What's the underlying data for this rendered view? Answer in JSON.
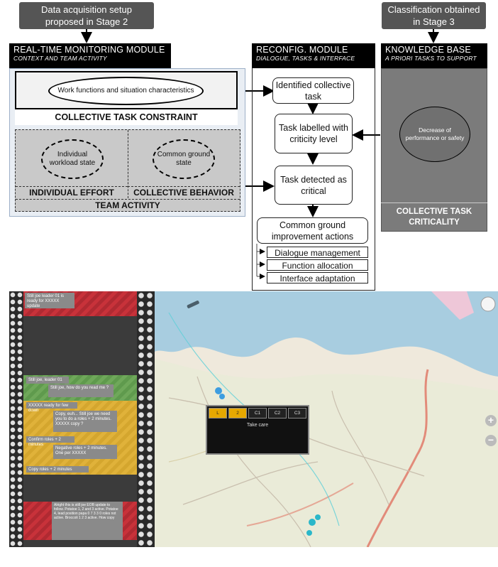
{
  "diagram": {
    "top_labels": {
      "stage2": "Data acquisition setup proposed in Stage 2",
      "stage3": "Classification obtained in Stage 3"
    },
    "monitoring_module": {
      "title": "REAL-TIME MONITORING MODULE",
      "subtitle": "CONTEXT AND TEAM ACTIVITY",
      "work_functions": "Work functions and situation characteristics",
      "collective_task_constraint": "COLLECTIVE TASK CONSTRAINT",
      "individual_workload": "Individual workload state",
      "common_ground_state": "Common ground state",
      "individual_effort": "INDIVIDUAL EFFORT",
      "collective_behavior": "COLLECTIVE BEHAVIOR",
      "team_activity": "TEAM ACTIVITY"
    },
    "reconfig_module": {
      "title": "RECONFIG. MODULE",
      "subtitle": "DIALOGUE, TASKS & INTERFACE",
      "identified": "Identified collective task",
      "labelled": "Task labelled with criticity level",
      "critical": "Task detected as critical",
      "common_ground": "Common ground improvement actions",
      "actions": [
        "Dialogue management",
        "Function allocation",
        "Interface adaptation"
      ]
    },
    "knowledge_base": {
      "title": "KNOWLEDGE BASE",
      "subtitle": "A PRIORI TASKS TO SUPPORT",
      "decrease": "Decrease of performance or safety",
      "criticality": "COLLECTIVE TASK CRITICALITY"
    }
  },
  "screenshot": {
    "chat_messages": [
      "Still joe leader 01 is ready for XXXXX update",
      "Still joe, leader 01",
      "Still joe, how do you read me ?",
      "XXXXX ready for few down",
      "Copy, euh... Still joe we need you to do a roles + 2 minutes. XXXXX copy ?",
      "Confirm roles + 2 minutes",
      "Negative roles + 2 minutes. One per XXXXX",
      "Copy roles + 2 minutes",
      "Alright this is still joe EOB update to follow. Potatoe 1, 2 and 3 active. Potatoe 4, lead position papa 0 7 3 3 0 roles not active. Broccoli 1 2 3 active. How copy"
    ],
    "tabs": [
      "L",
      "2",
      "C1",
      "C2",
      "C3"
    ],
    "popup_text": "Take care",
    "zoom_in": "+",
    "zoom_out": "−"
  },
  "colors": {
    "dark_label": "#555555",
    "panel_grey": "#7a7a7a",
    "chat_red": "#c8323a",
    "chat_green": "#6fa85a",
    "chat_yellow": "#e0b23a",
    "chat_grey": "#8a8a8a",
    "tab_active": "#e6a800"
  }
}
